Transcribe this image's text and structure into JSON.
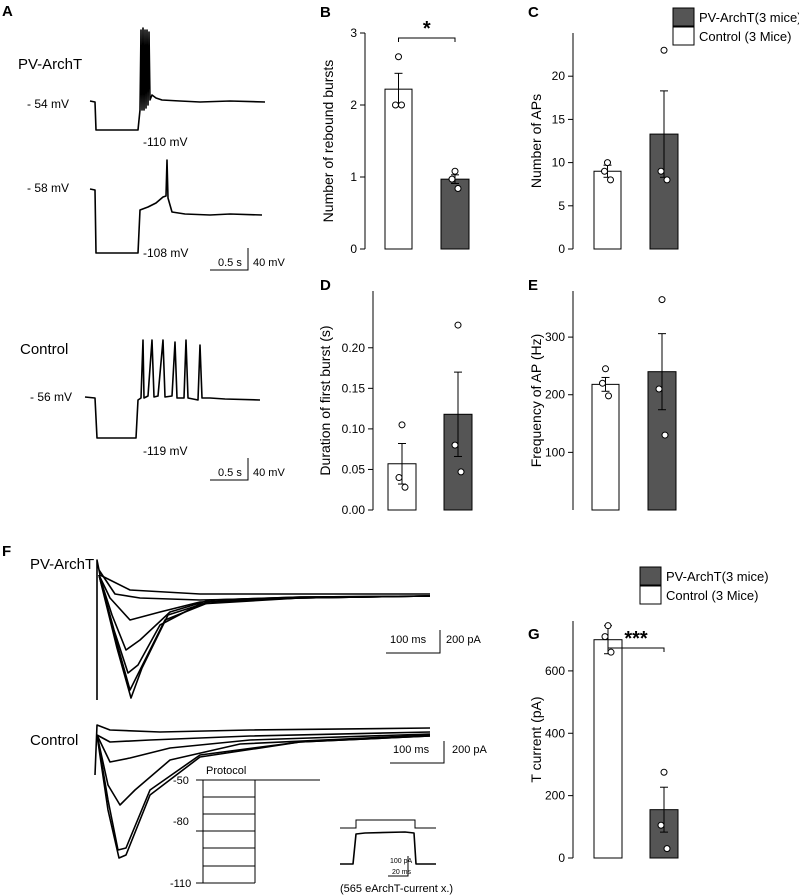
{
  "colors": {
    "pv": "#555555",
    "control": "#ffffff",
    "stroke": "#000000"
  },
  "panelA": {
    "letter": "A",
    "pv_label": "PV-ArchT",
    "control_label": "Control",
    "trace1_rest": "- 54 mV",
    "trace1_hyper": "-110 mV",
    "trace2_rest": "- 58 mV",
    "trace2_hyper": "-108 mV",
    "trace3_rest": "- 56 mV",
    "trace3_hyper": "-119 mV",
    "scale_time": "0.5 s",
    "scale_volt": "40 mV"
  },
  "panelF": {
    "letter": "F",
    "pv_label": "PV-ArchT",
    "control_label": "Control",
    "scale_time": "100 ms",
    "scale_current": "200 pA",
    "protocol_title": "Protocol",
    "protocol_levels": [
      "-50",
      "-80",
      "-110"
    ],
    "inset_scale_current": "100 pA",
    "inset_scale_time": "20 ms",
    "inset_caption": "(565 eArchT-current x.)"
  },
  "legend": {
    "pv": "PV-ArchT(3 mice)",
    "control": "Control   (3 Mice)"
  },
  "legendG": {
    "pv": "PV-ArchT(3 mice)",
    "control": "Control   (3 Mice)"
  },
  "chart_data": [
    {
      "panel": "B",
      "type": "bar",
      "ylabel": "Number of rebound bursts",
      "ylim": [
        0,
        3
      ],
      "yticks": [
        0,
        1,
        2,
        3
      ],
      "series": [
        {
          "group": "control",
          "mean": 2.22,
          "sem": 0.22,
          "points": [
            2.67,
            2.0,
            2.0
          ]
        },
        {
          "group": "pv",
          "mean": 0.97,
          "sem": 0.06,
          "points": [
            1.08,
            0.97,
            0.84
          ]
        }
      ],
      "significance": "*"
    },
    {
      "panel": "C",
      "type": "bar",
      "ylabel": "Number of APs",
      "ylim": [
        0,
        25
      ],
      "yticks": [
        0,
        5,
        10,
        15,
        20
      ],
      "series": [
        {
          "group": "control",
          "mean": 9.0,
          "sem": 0.7,
          "points": [
            10.0,
            9.0,
            8.0
          ]
        },
        {
          "group": "pv",
          "mean": 13.3,
          "sem": 5.0,
          "points": [
            23.0,
            9.0,
            8.0
          ]
        }
      ]
    },
    {
      "panel": "D",
      "type": "bar",
      "ylabel": "Duration of first burst (s)",
      "ylim": [
        0,
        0.27
      ],
      "yticks": [
        0.0,
        0.05,
        0.1,
        0.15,
        0.2
      ],
      "ytick_labels": [
        "0.00",
        "0.05",
        "0.10",
        "0.15",
        "0.20"
      ],
      "series": [
        {
          "group": "control",
          "mean": 0.057,
          "sem": 0.025,
          "points": [
            0.105,
            0.04,
            0.028
          ]
        },
        {
          "group": "pv",
          "mean": 0.118,
          "sem": 0.052,
          "points": [
            0.228,
            0.08,
            0.047
          ]
        }
      ]
    },
    {
      "panel": "E",
      "type": "bar",
      "ylabel": "Frequency of AP (Hz)",
      "ylim": [
        0,
        380
      ],
      "yticks": [
        100,
        200,
        300
      ],
      "series": [
        {
          "group": "control",
          "mean": 218,
          "sem": 12,
          "points": [
            245,
            220,
            198
          ]
        },
        {
          "group": "pv",
          "mean": 240,
          "sem": 66,
          "points": [
            365,
            210,
            130
          ]
        }
      ]
    },
    {
      "panel": "G",
      "type": "bar",
      "ylabel": "T current (pA)",
      "ylim": [
        0,
        760
      ],
      "yticks": [
        0,
        200,
        400,
        600
      ],
      "series": [
        {
          "group": "control",
          "mean": 700,
          "sem": 45,
          "points": [
            745,
            710,
            660
          ]
        },
        {
          "group": "pv",
          "mean": 155,
          "sem": 72,
          "points": [
            275,
            105,
            30
          ]
        }
      ],
      "significance": "***"
    }
  ]
}
